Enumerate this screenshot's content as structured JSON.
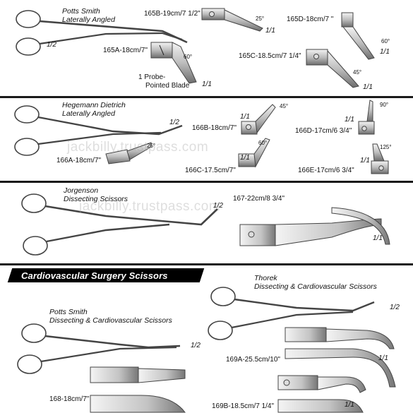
{
  "sections": {
    "potts_laterally": {
      "name_line1": "Potts Smith",
      "name_line2": "Laterally Angled",
      "ratio_main": "1/2"
    },
    "hegemann": {
      "name_line1": "Hegemann Dietrich",
      "name_line2": "Laterally Angled",
      "ratio_main": "1/2"
    },
    "jorgenson": {
      "name_line1": "Jorgenson",
      "name_line2": "Dissecting Scissors",
      "ratio_main": "1/2"
    },
    "thorek": {
      "name_line1": "Thorek",
      "name_line2": "Dissecting & Cardiovascular Scissors",
      "ratio_main": "1/2"
    },
    "potts_cardio": {
      "name_line1": "Potts Smith",
      "name_line2": "Dissecting & Cardiovascular Scissors",
      "ratio_main": "1/2"
    }
  },
  "banner": {
    "text": "Cardiovascular Surgery Scissors"
  },
  "watermark": {
    "text": "jackbilly.trustpass.com",
    "text2": "jackbilly.trustpass.com"
  },
  "products": {
    "p165A": {
      "label": "165A-18cm/7\"",
      "angle": "60°",
      "note1": "1 Probe-",
      "note2": "Pointed Blade",
      "ratio": "1/1"
    },
    "p165B": {
      "label": "165B-19cm/7 1/2\"",
      "angle": "25°",
      "ratio": "1/1"
    },
    "p165C": {
      "label": "165C-18.5cm/7 1/4\"",
      "angle": "45°",
      "ratio": "1/1"
    },
    "p165D": {
      "label": "165D-18cm/7 \"",
      "angle": "60°",
      "ratio": "1/1"
    },
    "p166A": {
      "label": "166A-18cm/7\"",
      "angle": "25°"
    },
    "p166B": {
      "label": "166B-18cm/7\"",
      "angle": "45°",
      "ratio": "1/1"
    },
    "p166C": {
      "label": "166C-17.5cm/7\"",
      "angle": "60°",
      "ratio": "1/1"
    },
    "p166D": {
      "label": "166D-17cm/6 3/4\"",
      "angle": "90°",
      "ratio": "1/1"
    },
    "p166E": {
      "label": "166E-17cm/6 3/4\"",
      "angle": "125°",
      "ratio": "1/1"
    },
    "p167": {
      "label": "167-22cm/8 3/4\"",
      "ratio": "1/1"
    },
    "p168": {
      "label": "168-18cm/7\""
    },
    "p169A": {
      "label": "169A-25.5cm/10\"",
      "ratio": "1/1"
    },
    "p169B": {
      "label": "169B-18.5cm/7 1/4\"",
      "ratio": "1/1"
    }
  },
  "colors": {
    "rule": "#1a1a1a",
    "steel_light": "#e6e6e6",
    "steel_dark": "#555555",
    "banner": "#000000"
  }
}
